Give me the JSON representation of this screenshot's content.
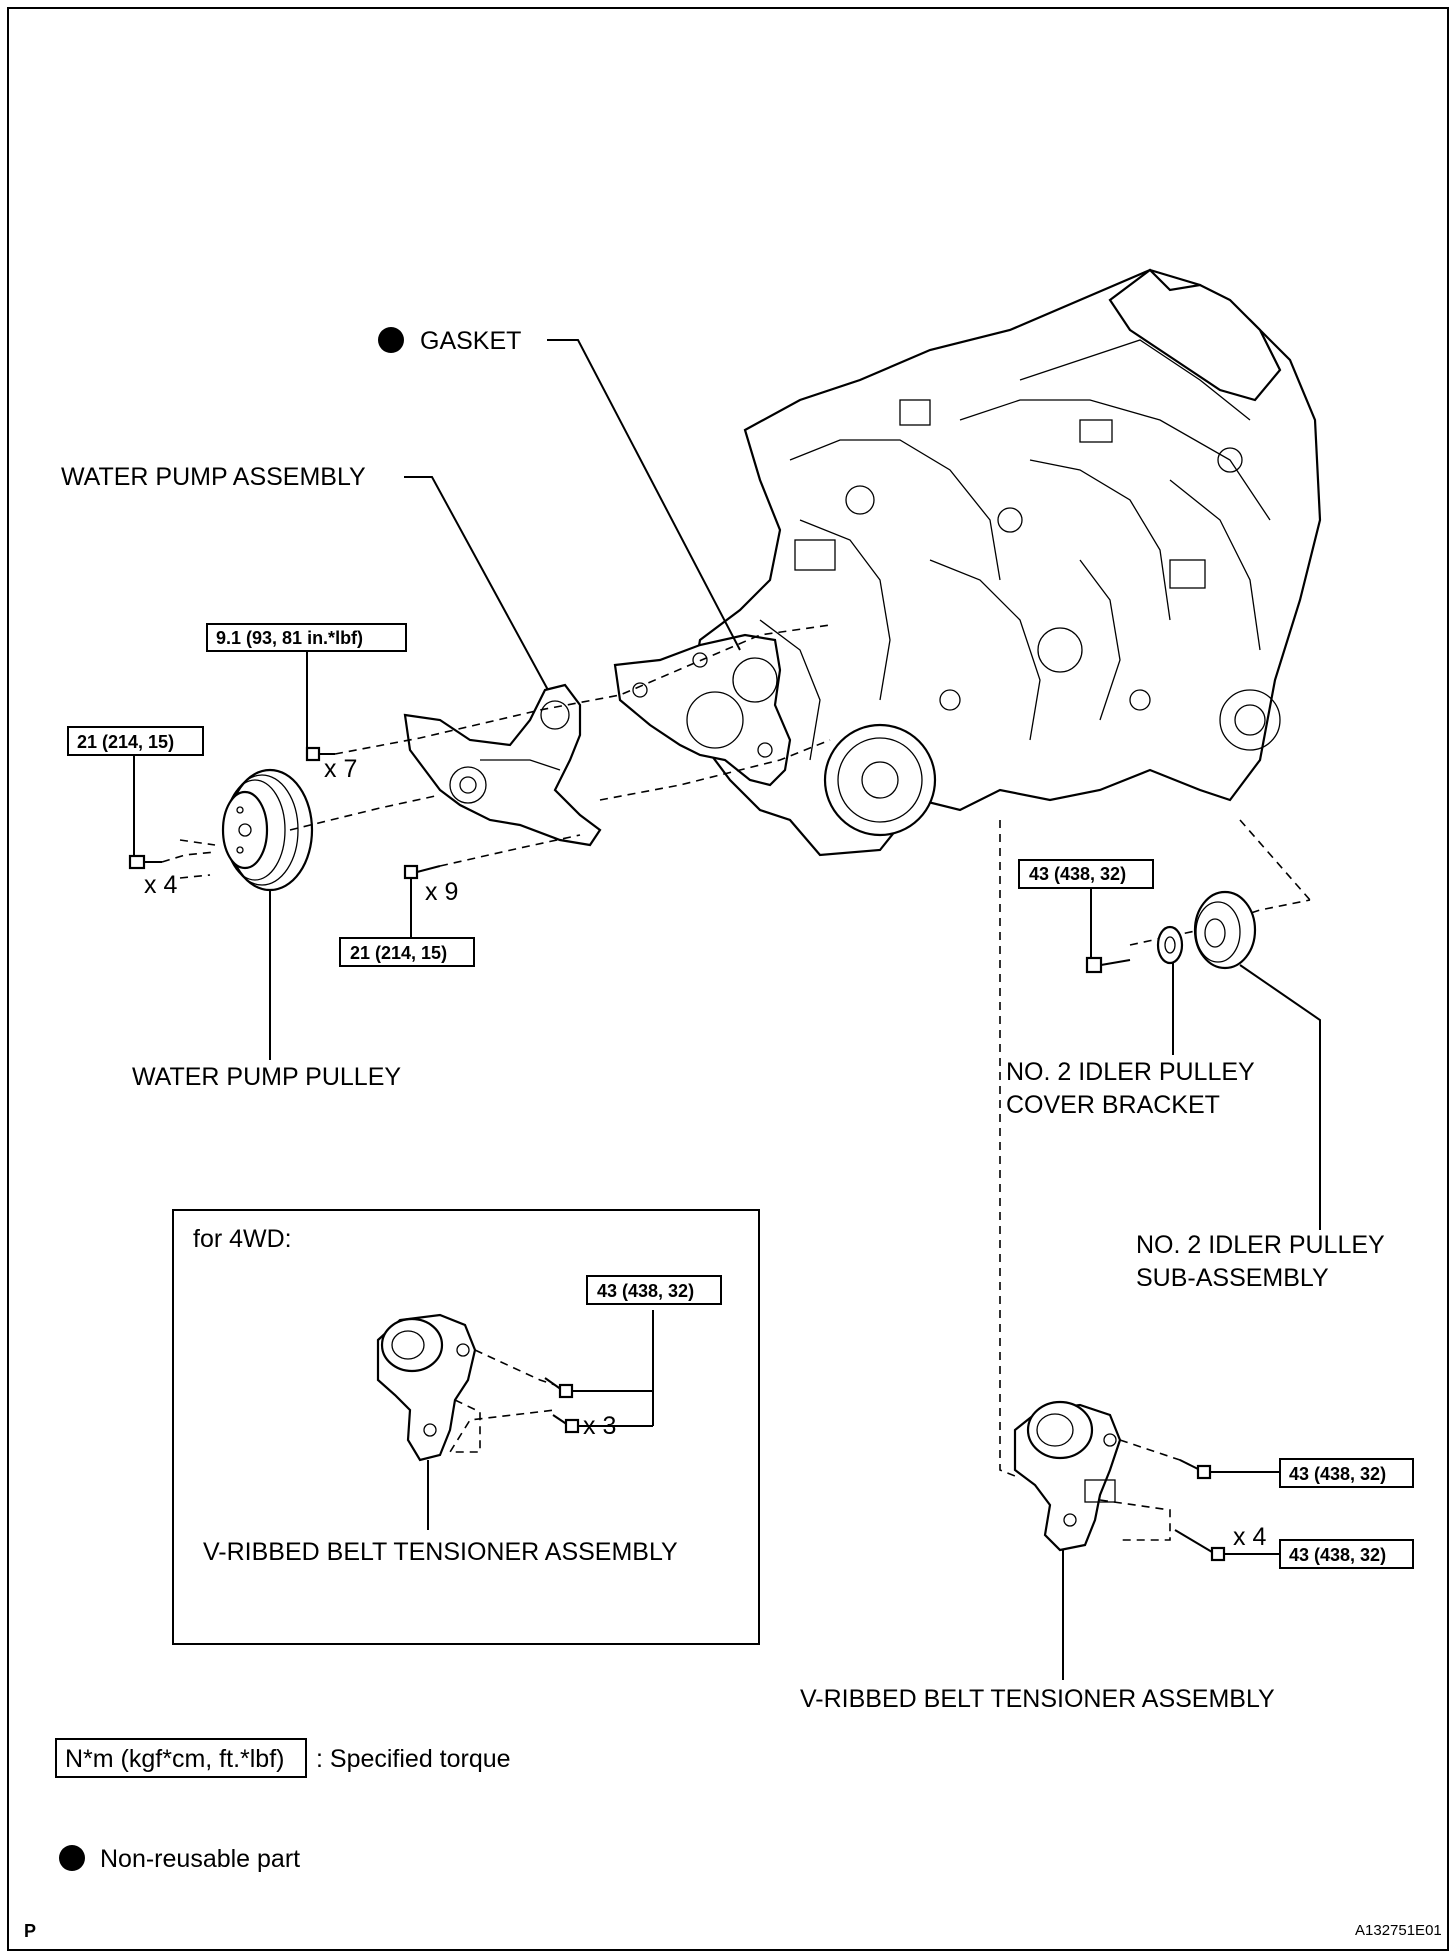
{
  "parts": {
    "gasket": "GASKET",
    "water_pump_assembly": "WATER PUMP ASSEMBLY",
    "water_pump_pulley": "WATER PUMP PULLEY",
    "idler_cover_bracket_line1": "NO. 2 IDLER PULLEY",
    "idler_cover_bracket_line2": "COVER BRACKET",
    "idler_sub_assembly_line1": "NO. 2 IDLER PULLEY",
    "idler_sub_assembly_line2": "SUB-ASSEMBLY",
    "tensioner_4wd": "V-RIBBED BELT TENSIONER ASSEMBLY",
    "tensioner_main": "V-RIBBED BELT TENSIONER ASSEMBLY"
  },
  "torques": {
    "water_pump_bolt": "9.1 (93, 81 in.*lbf)",
    "pulley_bolt": "21 (214, 15)",
    "pump_lower_bolt": "21 (214, 15)",
    "idler_bolt": "43 (438, 32)",
    "tensioner_4wd_bolt": "43 (438, 32)",
    "tensioner_upper_bolt": "43 (438, 32)",
    "tensioner_lower_bolt": "43 (438, 32)"
  },
  "quantities": {
    "water_pump_bolts": "x 7",
    "pulley_bolts": "x 4",
    "pump_lower_bolts": "x 9",
    "tensioner_4wd_bolts": "x 3",
    "tensioner_lower_bolts": "x 4"
  },
  "inset": {
    "title": "for 4WD:"
  },
  "legend": {
    "torque_unit": "N*m (kgf*cm, ft.*lbf)",
    "torque_desc": ": Specified torque",
    "nonreusable": "Non-reusable part"
  },
  "footer": {
    "page_letter": "P",
    "figure_id": "A132751E01"
  }
}
